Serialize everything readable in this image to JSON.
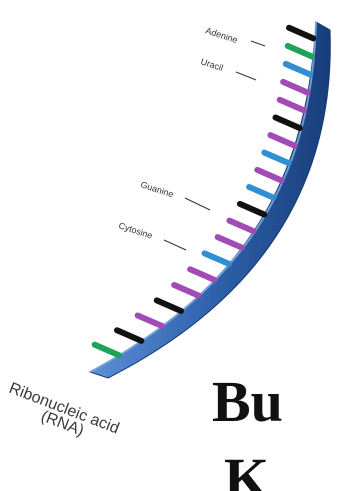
{
  "diagram": {
    "labels": {
      "adenine": "Adenine",
      "uracil": "Uracil",
      "guanine": "Guanine",
      "cytosine": "Cytosine"
    },
    "caption_line1": "Ribonucleic acid",
    "caption_line2": "(RNA)",
    "colors": {
      "backbone": "#2f63ad",
      "backbone_dark": "#183e7a",
      "adenine": "#111111",
      "uracil": "#2f8fd0",
      "guanine": "#a04bb6",
      "cytosine": "#1fa35a"
    },
    "bases": [
      "adenine",
      "cytosine",
      "uracil",
      "guanine",
      "guanine",
      "adenine",
      "guanine",
      "uracil",
      "guanine",
      "uracil",
      "adenine",
      "guanine",
      "guanine",
      "uracil",
      "guanine",
      "guanine",
      "adenine",
      "guanine",
      "adenine",
      "cytosine"
    ]
  },
  "heading": {
    "line1": "Bu",
    "line2": "K"
  }
}
